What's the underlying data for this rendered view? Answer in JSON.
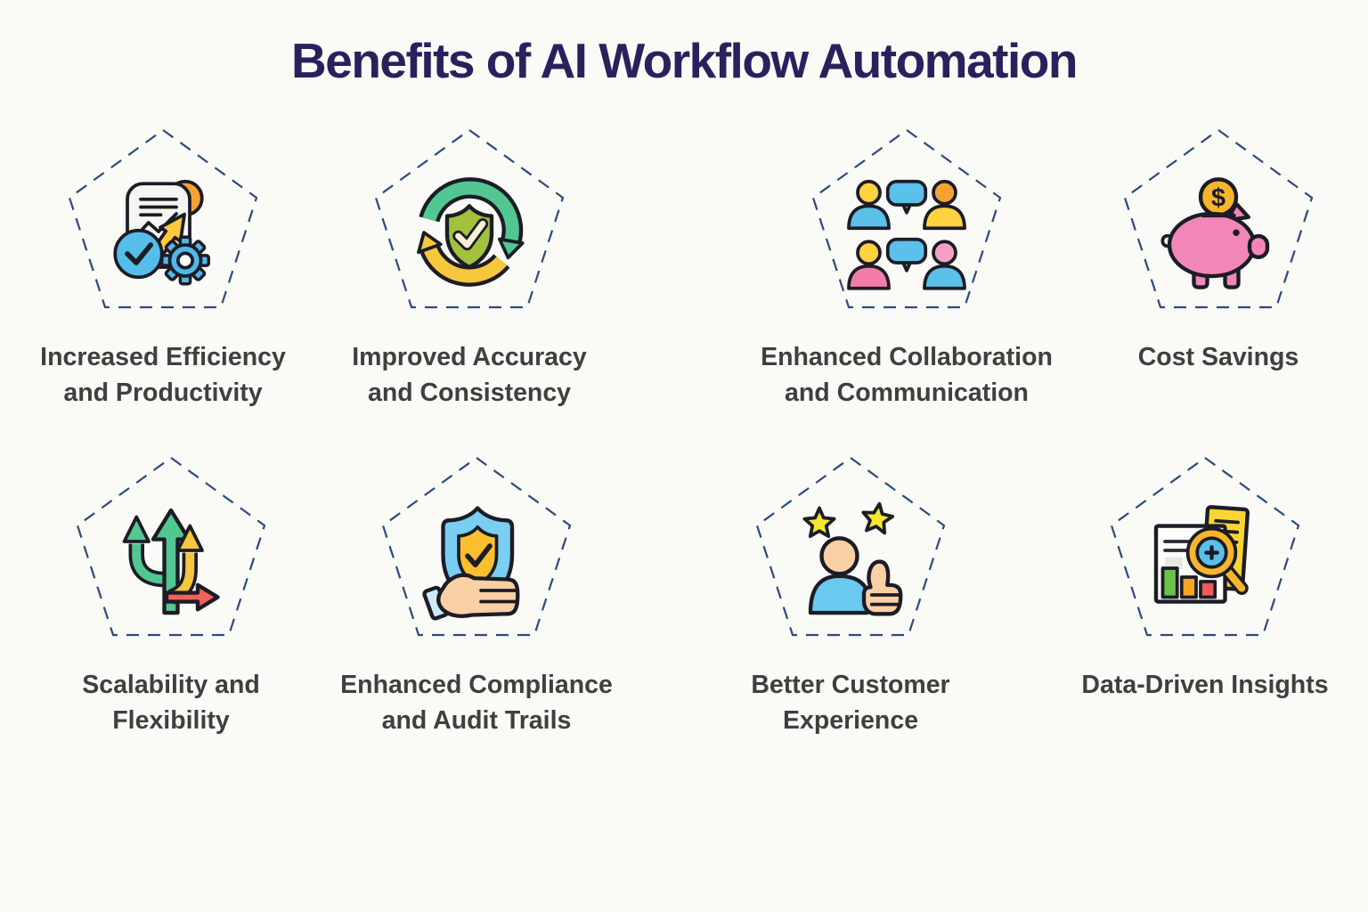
{
  "title": "Benefits of AI Workflow Automation",
  "colors": {
    "background": "#FAFAF6",
    "title": "#29215E",
    "label": "#3F3F3F",
    "pentagon": "#2B4A7E"
  },
  "benefits": [
    {
      "label": "Increased Efficiency\nand Productivity",
      "icon": "document-gear-arrow-icon"
    },
    {
      "label": "Improved Accuracy\nand Consistency",
      "icon": "shield-sync-check-icon"
    },
    {
      "label": "Enhanced Collaboration\nand Communication",
      "icon": "people-chat-icon"
    },
    {
      "label": "Cost Savings",
      "icon": "piggy-bank-coin-icon"
    },
    {
      "label": "Scalability and\nFlexibility",
      "icon": "branching-arrows-icon"
    },
    {
      "label": "Enhanced Compliance\nand Audit Trails",
      "icon": "hand-shield-check-icon"
    },
    {
      "label": "Better Customer\nExperience",
      "icon": "thumbs-up-stars-icon"
    },
    {
      "label": "Data-Driven Insights",
      "icon": "chart-magnifier-icon"
    }
  ]
}
